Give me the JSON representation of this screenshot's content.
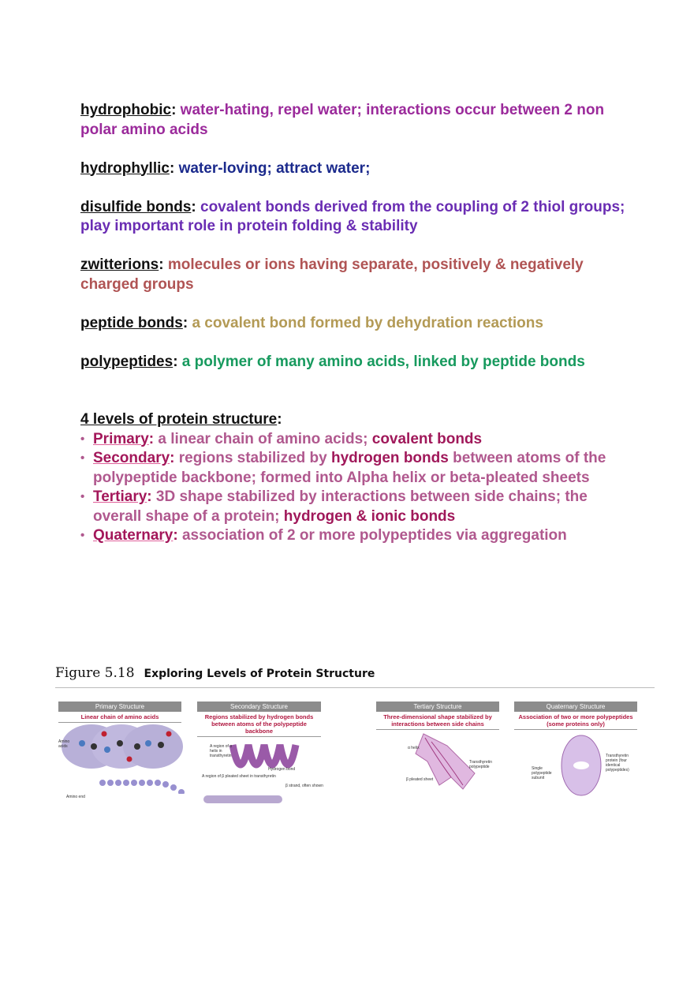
{
  "colors": {
    "hydrophobic": "#9b2a9b",
    "hydrophyllic": "#1b2a8c",
    "disulfide": "#6a2db3",
    "zwitterions": "#b05454",
    "peptide": "#b39a55",
    "polypeptides": "#179a5e",
    "levels_text": "#b0588e",
    "levels_emphasis": "#a0185a"
  },
  "definitions": [
    {
      "term": "hydrophobic",
      "text": "water-hating, repel water; interactions occur between 2 non polar amino acids"
    },
    {
      "term": "hydrophyllic",
      "text": "water-loving; attract water;"
    },
    {
      "term": "disulfide bonds",
      "text": "covalent bonds derived from the coupling of 2 thiol groups; play important role in protein folding & stability"
    },
    {
      "term": "zwitterions",
      "text": "molecules or ions having separate, positively & negatively charged groups"
    },
    {
      "term": "peptide bonds",
      "text": "a covalent bond formed by dehydration reactions"
    },
    {
      "term": "polypeptides",
      "text": "a polymer of many amino acids, linked by peptide bonds"
    }
  ],
  "levels": {
    "heading": "4 levels of protein structure",
    "items": [
      {
        "term": "Primary",
        "text": " a linear chain of amino acids; ",
        "emphasis": "covalent bonds",
        "after": ""
      },
      {
        "term": "Secondary",
        "text": " regions stabilized by ",
        "emphasis": "hydrogen bonds",
        "after": " between atoms of the polypeptide backbone; formed into Alpha helix or beta-pleated sheets"
      },
      {
        "term": "Tertiary",
        "text": " 3D shape stabilized by interactions between side chains; the overall shape of a protein; ",
        "emphasis": "hydrogen & ionic bonds",
        "after": ""
      },
      {
        "term": "Quaternary",
        "text": " association of 2 or more polypeptides via aggregation",
        "emphasis": "",
        "after": ""
      }
    ]
  },
  "figure": {
    "number": "Figure 5.18",
    "title": "Exploring Levels of Protein Structure",
    "panels": [
      {
        "header": "Primary Structure",
        "caption": "Linear chain of amino acids",
        "labels": [
          "Amino acids",
          "Amino end"
        ]
      },
      {
        "header": "Secondary Structure",
        "caption": "Regions stabilized by hydrogen bonds between atoms of the polypeptide backbone",
        "labels": [
          "A region of α helix in transthyretin",
          "Hydrogen bond",
          "A region of β pleated sheet in transthyretin",
          "β strand, often shown"
        ]
      },
      {
        "header": "Tertiary Structure",
        "caption": "Three-dimensional shape stabilized by interactions between side chains",
        "labels": [
          "α helix",
          "Transthyretin polypeptide",
          "β pleated sheet"
        ]
      },
      {
        "header": "Quaternary Structure",
        "caption": "Association of two or more polypeptides (some proteins only)",
        "labels": [
          "Transthyretin protein (four identical polypeptides)",
          "Single polypeptide subunit"
        ]
      }
    ]
  }
}
